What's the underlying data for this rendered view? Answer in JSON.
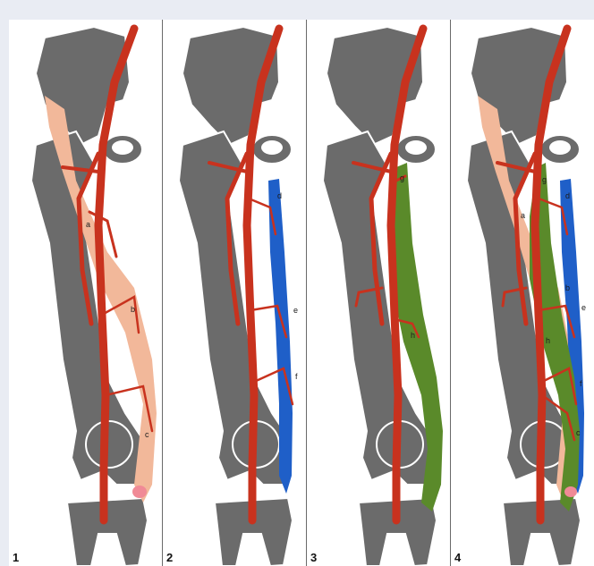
{
  "panels": [
    {
      "number": "1",
      "labels": [
        "a",
        "b",
        "c"
      ]
    },
    {
      "number": "2",
      "labels": [
        "d",
        "e",
        "f"
      ]
    },
    {
      "number": "3",
      "labels": [
        "g",
        "h"
      ]
    },
    {
      "number": "4",
      "labels": [
        "a",
        "b",
        "c",
        "d",
        "e",
        "f",
        "g",
        "h"
      ]
    }
  ],
  "colors": {
    "bone": "#6b6b6b",
    "bone_outline": "#ffffff",
    "artery": "#c8321e",
    "flap_skin": "#f2b89a",
    "flap_blue": "#1f5fc8",
    "flap_green": "#5a8a2a",
    "knee_pink": "#f08a96"
  }
}
